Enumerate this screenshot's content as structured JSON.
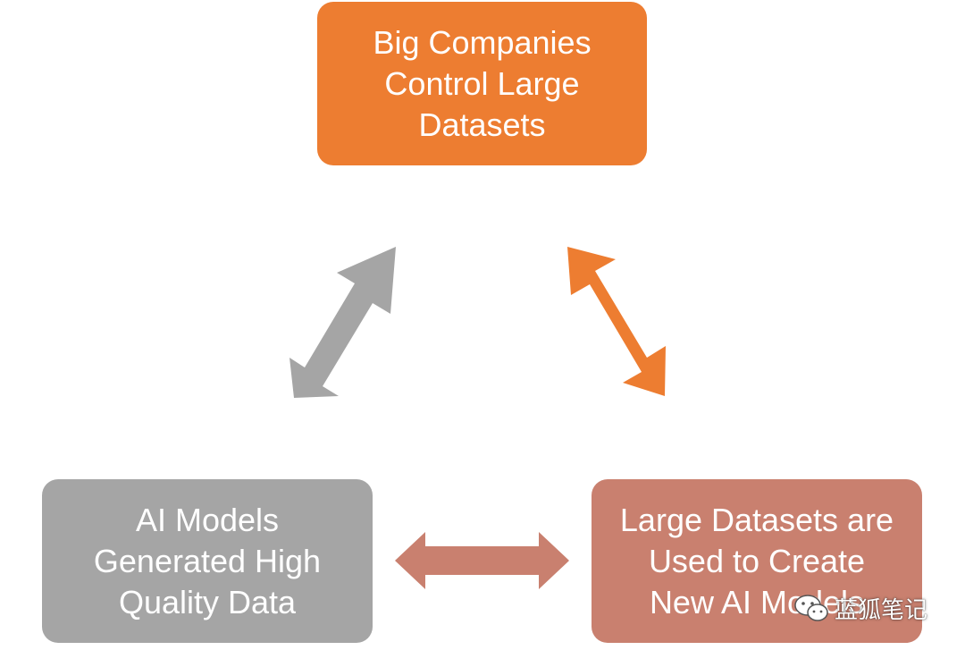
{
  "diagram": {
    "nodes": {
      "top": {
        "lines": [
          "Big Companies",
          "Control Large",
          "Datasets"
        ],
        "color": "#ED7D31"
      },
      "left": {
        "lines": [
          "AI Models",
          "Generated High",
          "Quality Data"
        ],
        "color": "#A5A5A5"
      },
      "right": {
        "lines": [
          "Large Datasets are",
          "Used to Create",
          "New AI Models"
        ],
        "color": "#C9806F"
      }
    },
    "edges": [
      {
        "from": "top",
        "to": "left",
        "type": "bidirectional",
        "color": "#A5A5A5"
      },
      {
        "from": "top",
        "to": "right",
        "type": "bidirectional",
        "color": "#ED7D31"
      },
      {
        "from": "left",
        "to": "right",
        "type": "bidirectional",
        "color": "#C9806F"
      }
    ]
  },
  "watermark": {
    "text": "蓝狐笔记",
    "icon": "wechat-icon"
  }
}
